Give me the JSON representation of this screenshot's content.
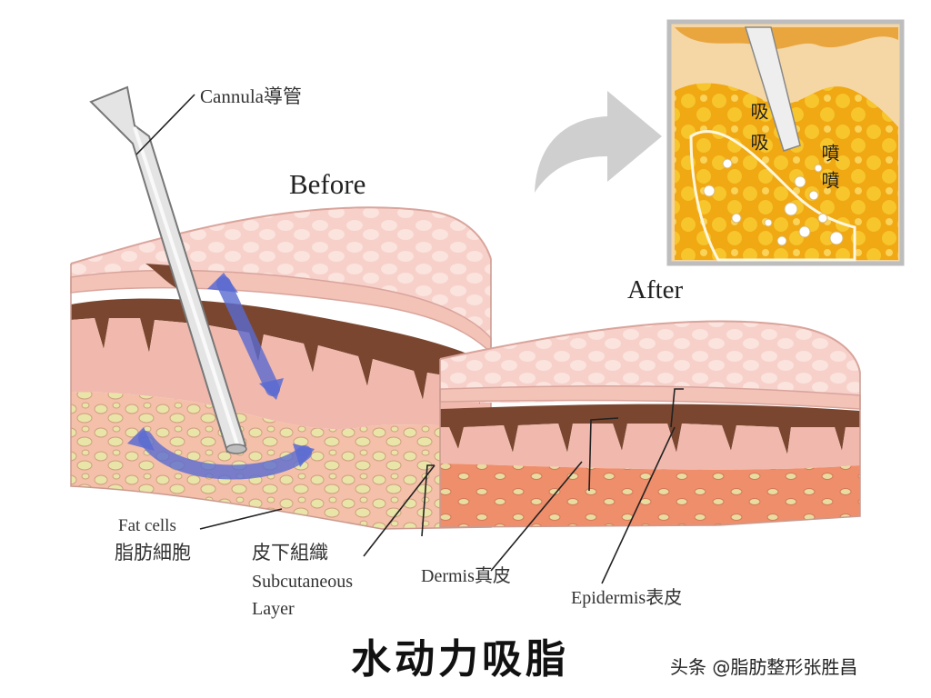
{
  "labels": {
    "cannula": "Cannula導管",
    "before": "Before",
    "after": "After",
    "fat_cells_en": "Fat cells",
    "fat_cells_zh": "脂肪細胞",
    "subcutaneous_zh": "皮下組織",
    "subcutaneous_en_1": "Subcutaneous",
    "subcutaneous_en_2": "Layer",
    "dermis": "Dermis真皮",
    "epidermis": "Epidermis表皮"
  },
  "inset": {
    "suck_text": "吸吸",
    "spray_text": "噴噴"
  },
  "title": "水动力吸脂",
  "credit": "头条 @脂肪整形张胜昌",
  "colors": {
    "epidermis_top": "#f8d3ce",
    "dermis_brown": "#7a4630",
    "skin_pink": "#f1b9ad",
    "fat_yellow": "#e9e5a8",
    "fat_orange": "#ee8e6a",
    "arrow_blue": "#5a6bd1",
    "inset_gold": "#f2b11a",
    "gray_arrow": "#c8c8c8"
  }
}
